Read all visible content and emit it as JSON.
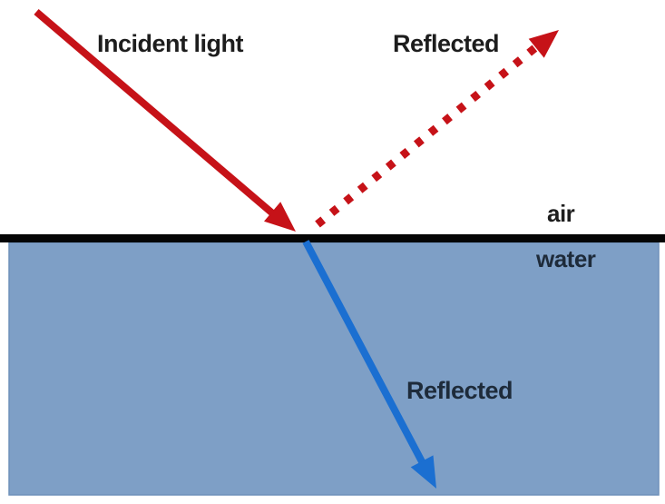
{
  "diagram": {
    "title": "light-at-air-water-interface",
    "labels": {
      "incident": "Incident light",
      "reflected_air": "Reflected",
      "air": "air",
      "water": "water",
      "reflected_water": "Reflected"
    },
    "colors": {
      "incident_ray": "#c61218",
      "reflected_ray": "#c61218",
      "refracted_ray": "#1b6fd1",
      "water_fill": "#7e9fc6",
      "water_edge": "#6e91ba",
      "interface_line": "#050505",
      "label_dark": "#1d1d1d",
      "label_navy": "#1e2b3a",
      "background": "#ffffff"
    }
  }
}
